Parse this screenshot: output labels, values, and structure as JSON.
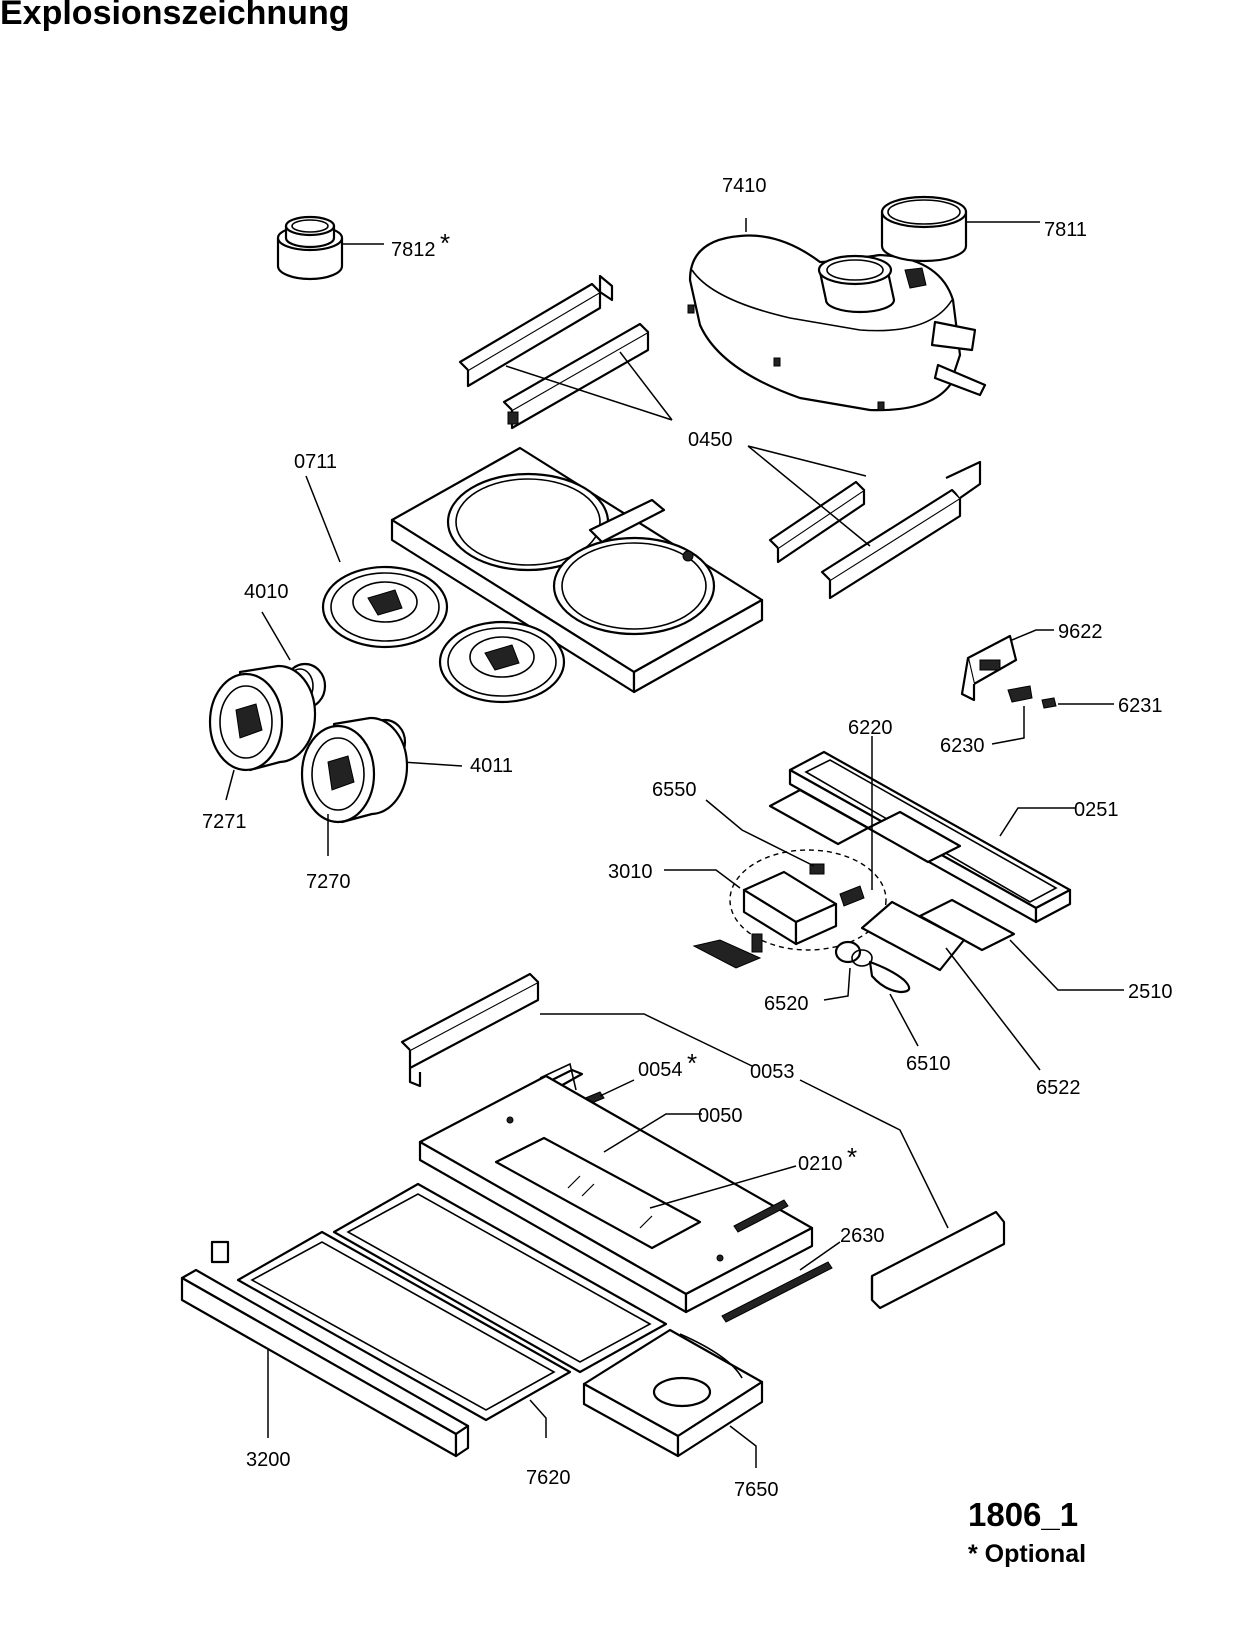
{
  "title": "Explosionszeichnung",
  "diagram_id": "1806_1",
  "optional_note": "* Optional",
  "parts": [
    {
      "id": "7812",
      "optional": true
    },
    {
      "id": "7410",
      "optional": false
    },
    {
      "id": "7811",
      "optional": false
    },
    {
      "id": "0450",
      "optional": false
    },
    {
      "id": "0711",
      "optional": false
    },
    {
      "id": "4010",
      "optional": false
    },
    {
      "id": "4011",
      "optional": false
    },
    {
      "id": "7271",
      "optional": false
    },
    {
      "id": "7270",
      "optional": false
    },
    {
      "id": "9622",
      "optional": false
    },
    {
      "id": "6231",
      "optional": false
    },
    {
      "id": "6230",
      "optional": false
    },
    {
      "id": "6220",
      "optional": false
    },
    {
      "id": "0251",
      "optional": false
    },
    {
      "id": "6550",
      "optional": false
    },
    {
      "id": "3010",
      "optional": false
    },
    {
      "id": "2510",
      "optional": false
    },
    {
      "id": "6520",
      "optional": false
    },
    {
      "id": "6510",
      "optional": false
    },
    {
      "id": "6522",
      "optional": false
    },
    {
      "id": "0054",
      "optional": true
    },
    {
      "id": "0053",
      "optional": false
    },
    {
      "id": "0050",
      "optional": false
    },
    {
      "id": "0210",
      "optional": true
    },
    {
      "id": "2630",
      "optional": false
    },
    {
      "id": "3200",
      "optional": false
    },
    {
      "id": "7620",
      "optional": false
    },
    {
      "id": "7650",
      "optional": false
    }
  ],
  "optional_marker": "*"
}
